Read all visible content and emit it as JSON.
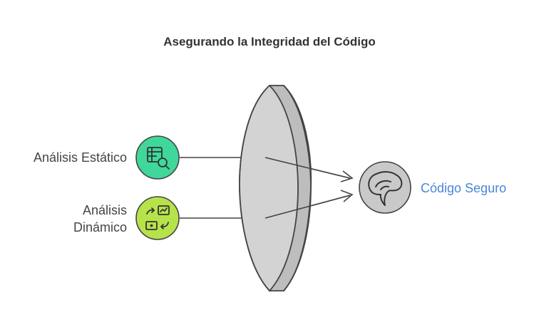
{
  "title": "Asegurando la Integridad del Código",
  "inputs": [
    {
      "label": "Análisis Estático",
      "color": "#3fd89a",
      "icon": "table-search-icon"
    },
    {
      "label_lines": [
        "Análisis",
        "Dinámico"
      ],
      "color": "#b6e34a",
      "icon": "dynamic-process-icon"
    }
  ],
  "lens": {
    "color": "#d0d0d0"
  },
  "output": {
    "label": "Código Seguro",
    "color": "#c9c9c9",
    "label_color": "#4a86d9",
    "icon": "brain-icon"
  }
}
